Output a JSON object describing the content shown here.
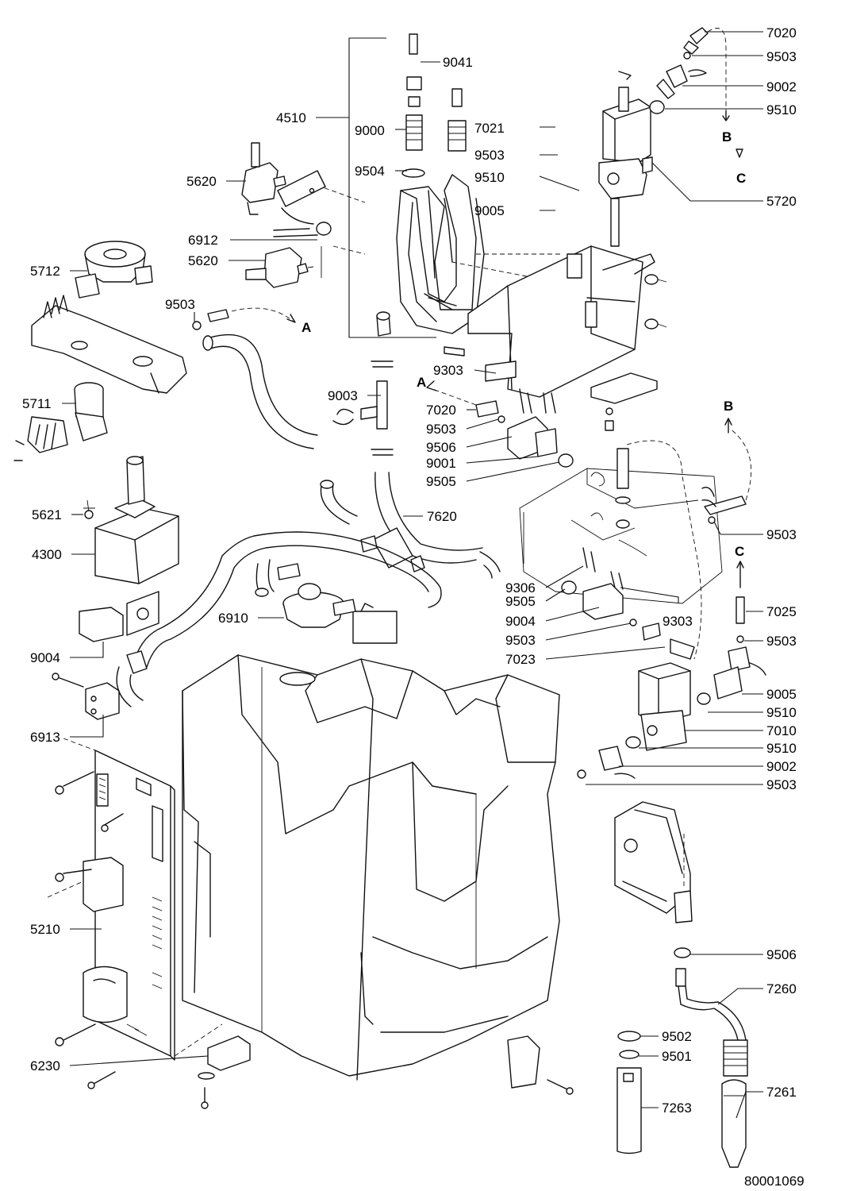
{
  "diagram": {
    "document_number": "80001069",
    "flow_markers": [
      "A",
      "B",
      "C"
    ],
    "part_numbers": {
      "p7020a": "7020",
      "p9503a": "9503",
      "p9002a": "9002",
      "p9510a": "9510",
      "p9041": "9041",
      "p4510": "4510",
      "p9000": "9000",
      "p7021": "7021",
      "p9503b": "9503",
      "p9504": "9504",
      "p9510b": "9510",
      "p5720": "5720",
      "p5620a": "5620",
      "p9005a": "9005",
      "p6912": "6912",
      "p5620b": "5620",
      "p5712": "5712",
      "p9503c": "9503",
      "p9303a": "9303",
      "p5711": "5711",
      "p9003": "9003",
      "p7020b": "7020",
      "p9503d": "9503",
      "p9506a": "9506",
      "p9001": "9001",
      "p9505a": "9505",
      "p5621": "5621",
      "p7620": "7620",
      "p9503e": "9503",
      "p4300": "4300",
      "p9306": "9306",
      "p9505b": "9505",
      "p9004a": "9004",
      "p9303b": "9303",
      "p7025": "7025",
      "p6910": "6910",
      "p9503f": "9503",
      "p7023": "7023",
      "p9503g": "9503",
      "p9004b": "9004",
      "p9005b": "9005",
      "p6913": "6913",
      "p9510c": "9510",
      "p7010": "7010",
      "p9510d": "9510",
      "p9002b": "9002",
      "p9503h": "9503",
      "p5210": "5210",
      "p9506b": "9506",
      "p7260": "7260",
      "p9502": "9502",
      "p9501": "9501",
      "p7261": "7261",
      "p6230": "6230",
      "p7263": "7263"
    }
  }
}
